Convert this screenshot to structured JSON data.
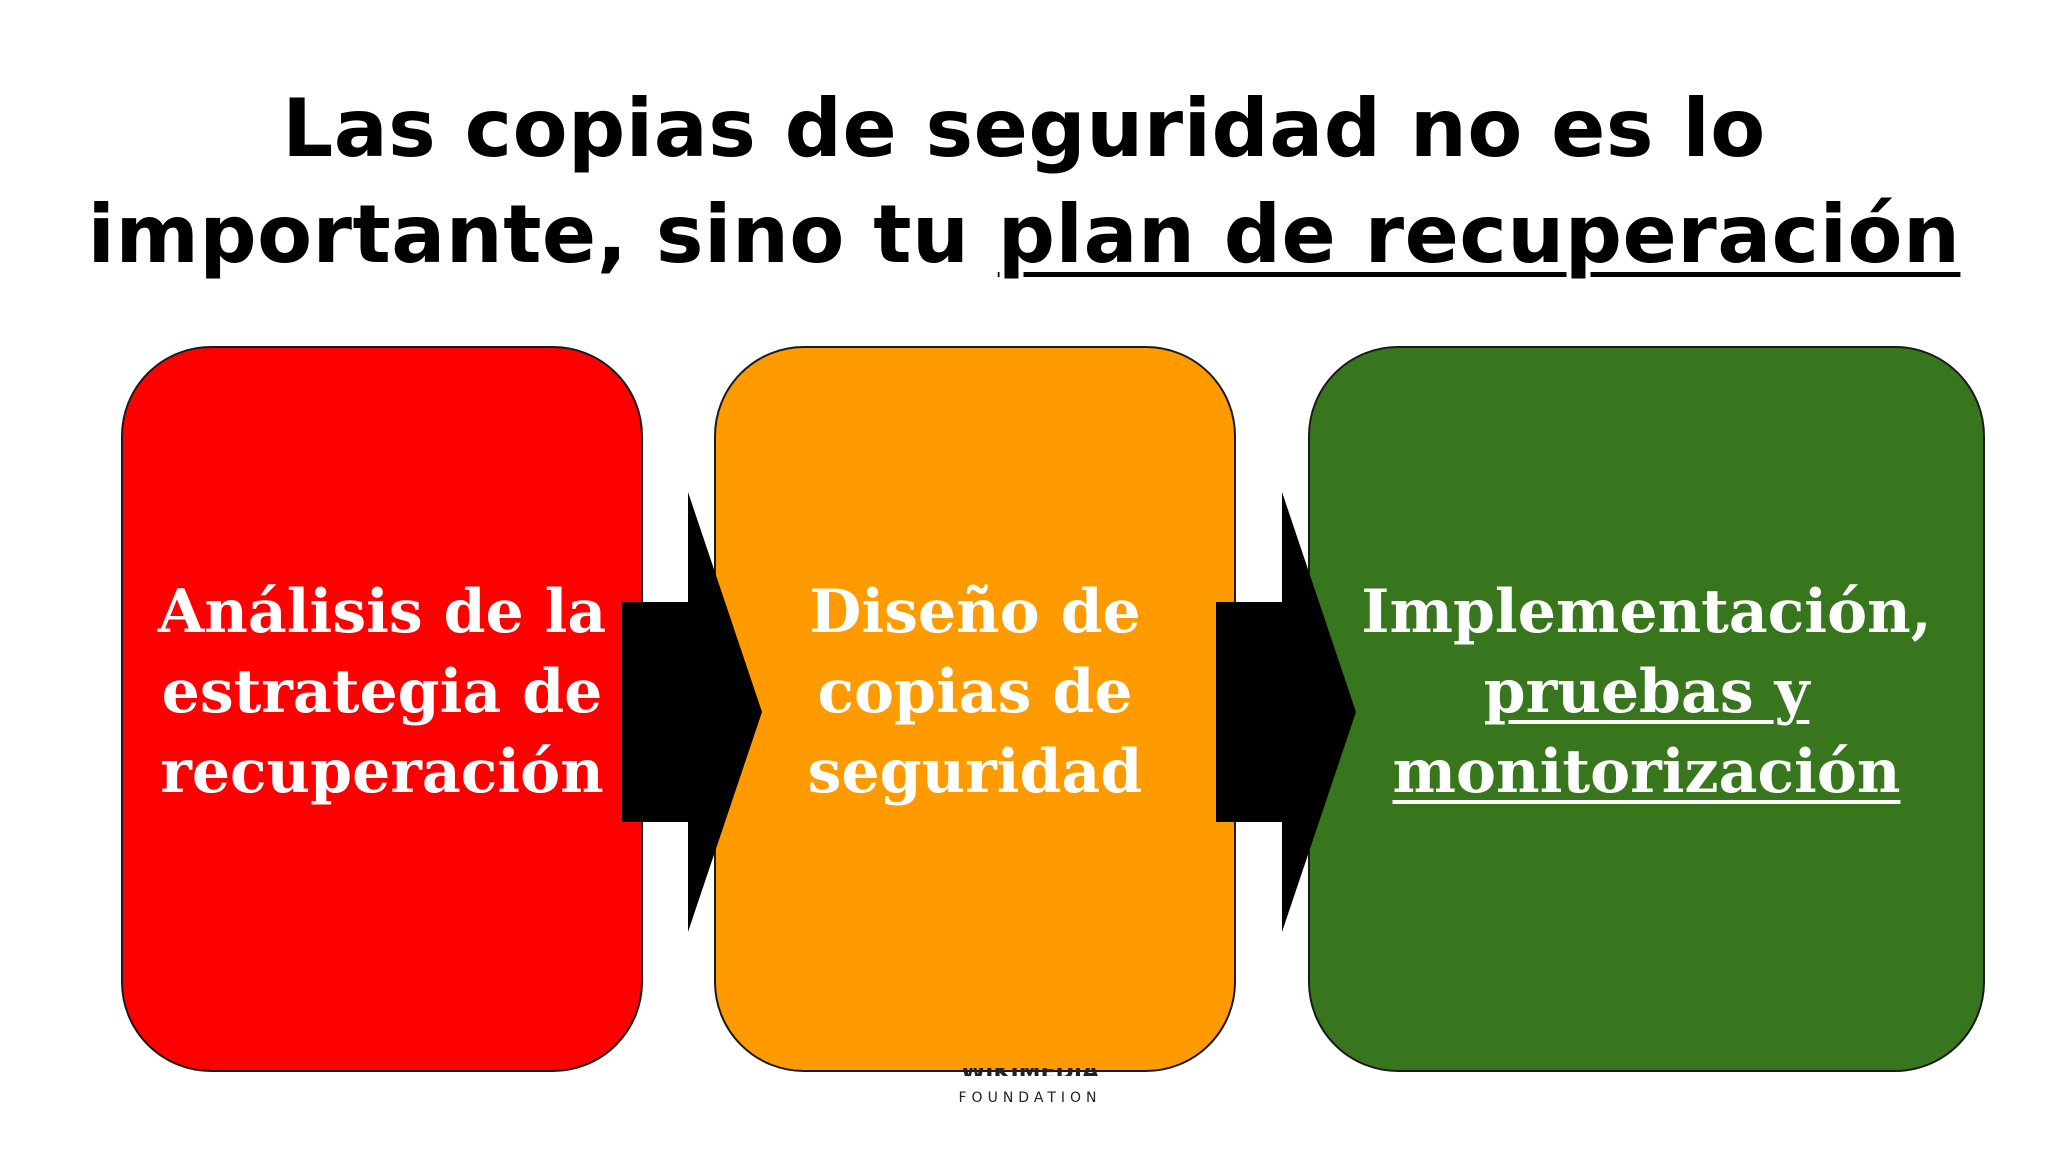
{
  "title": {
    "line1": "Las copias de seguridad no es lo",
    "line2_plain": "importante, sino tu ",
    "line2_underlined": "plan de recuperación"
  },
  "steps": [
    {
      "lines": [
        "Análisis de la",
        "estrategia de",
        "recuperación"
      ],
      "color": "#ff0000"
    },
    {
      "lines": [
        "Diseño de",
        "copias de",
        "seguridad"
      ],
      "color": "#ff9b00"
    },
    {
      "line1": "Implementación,",
      "underlined_lines": [
        "pruebas y",
        "monitorización"
      ],
      "color": "#38761d"
    }
  ],
  "footer": {
    "logo_word": "WIKIMEDIA",
    "logo_sub": "FOUNDATION"
  },
  "arrow_color": "#000000"
}
